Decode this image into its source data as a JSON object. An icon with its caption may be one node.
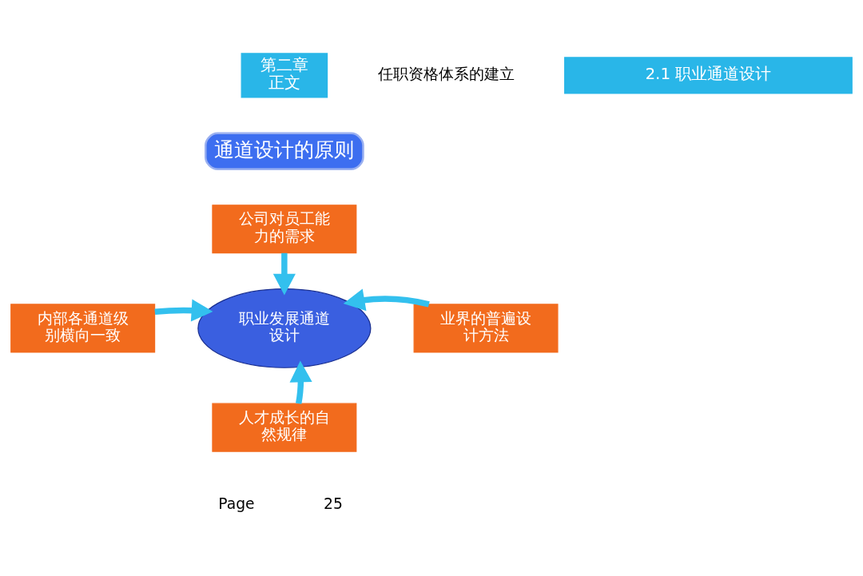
{
  "diagram": {
    "nodes": [
      {
        "text": [
          "第二章",
          "正文"
        ]
      },
      {
        "text": [
          "2.1 职业通道设计"
        ]
      },
      {
        "text": [
          "通道设计的原则"
        ]
      },
      {
        "text": [
          "公司对员工能力的需求"
        ]
      },
      {
        "text": [
          "内部各通道级别横向一致"
        ]
      },
      {
        "text": [
          "职业发展通道设计"
        ]
      },
      {
        "text": [
          "业界的普遍设计方法"
        ]
      },
      {
        "text": [
          "人才成长的自然规律"
        ]
      }
    ],
    "edges": [
      {
        "from": 3,
        "to": 5,
        "arrow": "to"
      },
      {
        "from": 4,
        "to": 5,
        "arrow": "to"
      },
      {
        "from": 6,
        "to": 5,
        "arrow": "to"
      },
      {
        "from": 7,
        "to": 5,
        "arrow": "to"
      }
    ],
    "labels": [
      "任职资格体系的建立",
      "Page",
      "25"
    ]
  }
}
